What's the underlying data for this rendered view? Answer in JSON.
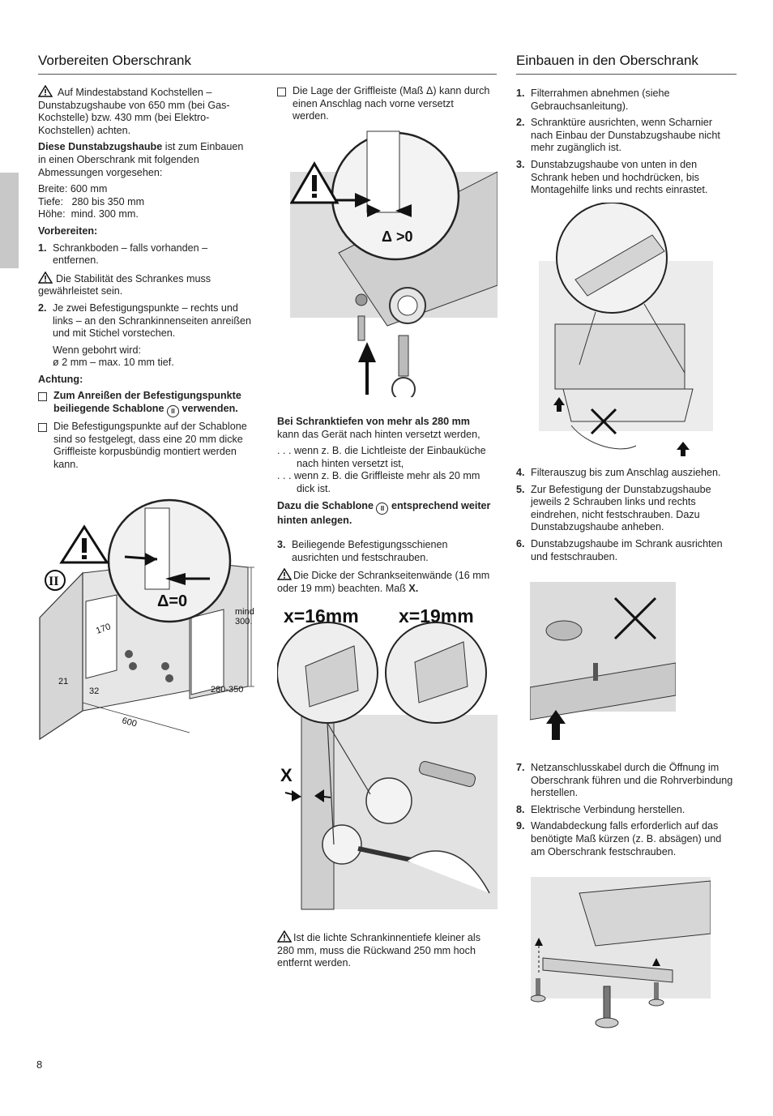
{
  "page": {
    "number": "8"
  },
  "left_section": {
    "title": "Vorbereiten Oberschrank",
    "warning_text": "Auf Mindestabstand Kochstellen – Dunstabzugshaube von 650 mm (bei Gas-Kochstelle) bzw. 430 mm (bei Elektro-Kochstellen) achten.",
    "intro_bold": "Diese Dunstabzugshaube",
    "intro_rest": " ist zum Einbauen in einen Oberschrank mit folgenden Abmessungen vorgesehen:",
    "dimensions": [
      "Breite: 600 mm",
      "Tiefe:   280 bis 350 mm",
      "Höhe:  mind. 300 mm."
    ],
    "prep_heading": "Vorbereiten:",
    "step1_num": "1.",
    "step1": "Schrankboden – falls vorhanden – entfernen.",
    "stability_warning": "Die Stabilität des Schrankes muss gewährleistet sein.",
    "step2_num": "2.",
    "step2": "Je zwei Befestigungspunkte – rechts und links – an den Schrankinnenseiten anreißen und mit Stichel vorstechen.",
    "drill_line1": "Wenn gebohrt wird:",
    "drill_line2": "ø 2 mm – max. 10 mm tief.",
    "attention_heading": "Achtung:",
    "check1": "Zum Anreißen der Befestigungspunkte beiliegende Schablone",
    "check1_tail": "verwenden.",
    "check2": "Die Befestigungspunkte auf der Schablone sind so festgelegt, dass eine 20 mm dicke Griffleiste korpusbündig montiert werden kann.",
    "schablone_symbol": "II",
    "figure_labels": {
      "delta": "Δ=0",
      "template_mark": "II",
      "dim_mind": "mind",
      "dim_300": "300.",
      "dim_170": "170",
      "dim_21": "21",
      "dim_32": "32",
      "dim_280_350": "280-350",
      "dim_600": "600"
    }
  },
  "middle_section": {
    "check_text": "Die Lage der Griffleiste (Maß Δ) kann durch einen Anschlag nach vorne versetzt werden.",
    "figure_delta": "Δ >0",
    "depth_bold": "Bei Schranktiefen von mehr als 280 mm",
    "depth_rest": " kann das Gerät nach hinten versetzt werden,",
    "example1": ". . . wenn z. B. die Lichtleiste der Einbauküche  nach hinten versetzt ist,",
    "example2": ". . . wenn z. B. die Griffleiste mehr als 20 mm  dick ist.",
    "schablone_bold_a": "Dazu die Schablone",
    "schablone_bold_b": "entsprechend weiter hinten anlegen.",
    "schablone_symbol": "II",
    "step3_num": "3.",
    "step3": "Beiliegende Befestigungsschienen ausrichten und festschrauben.",
    "thickness_a": "Die Dicke der Schrankseitenwände (16 mm oder 19 mm) beachten. Maß ",
    "thickness_b": "X.",
    "x16": "x=16mm",
    "x19": "x=19mm",
    "x_label": "X",
    "depth_warning": "Ist die lichte Schrankinnentiefe kleiner als 280 mm, muss die Rückwand 250 mm hoch entfernt werden."
  },
  "right_section": {
    "title": "Einbauen in den Oberschrank",
    "steps": [
      {
        "n": "1.",
        "t": "Filterrahmen abnehmen (siehe Gebrauchsanleitung)."
      },
      {
        "n": "2.",
        "t": "Schranktüre ausrichten, wenn Scharnier nach Einbau der Dunstabzugshaube nicht mehr zugänglich ist."
      },
      {
        "n": "3.",
        "t": "Dunstabzugshaube von unten in den Schrank heben und hochdrücken, bis Montagehilfe links und rechts einrastet."
      },
      {
        "n": "4.",
        "t": "Filterauszug bis zum Anschlag ausziehen."
      },
      {
        "n": "5.",
        "t": "Zur Befestigung der Dunstabzugshaube jeweils 2 Schrauben links und rechts eindrehen, nicht festschrauben. Dazu Dunstabzugshaube anheben."
      },
      {
        "n": "6.",
        "t": "Dunstabzugshaube im Schrank ausrichten und festschrauben."
      },
      {
        "n": "7.",
        "t": "Netzanschlusskabel durch die Öffnung im Oberschrank führen und die Rohrverbindung herstellen."
      },
      {
        "n": "8.",
        "t": "Elektrische Verbindung herstellen."
      },
      {
        "n": "9.",
        "t": "Wandabdeckung falls erforderlich auf das benötigte Maß kürzen (z. B. absägen) und am Oberschrank festschrauben."
      }
    ]
  }
}
